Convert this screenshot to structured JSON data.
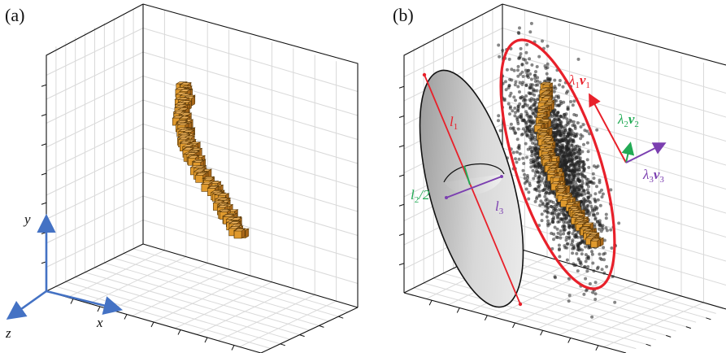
{
  "panels": {
    "a": {
      "label": "(a)"
    },
    "b": {
      "label": "(b)"
    }
  },
  "axes_triad": {
    "x_label": "x",
    "y_label": "y",
    "z_label": "z",
    "color": "#4472c4"
  },
  "annotations": {
    "l1": {
      "base": "l",
      "sub": "1",
      "color": "#e8202a"
    },
    "l2_half": {
      "base": "l",
      "sub": "2",
      "suffix": "/2",
      "color": "#22aa55"
    },
    "l3": {
      "base": "l",
      "sub": "3",
      "color": "#7b3fb0"
    },
    "lambda1_v1": {
      "lambda": "λ",
      "sub": "1",
      "vec": "v",
      "vsub": "1",
      "color": "#e8202a"
    },
    "lambda2_v2": {
      "lambda": "λ",
      "sub": "2",
      "vec": "v",
      "vsub": "2",
      "color": "#22aa55"
    },
    "lambda3_v3": {
      "lambda": "λ",
      "sub": "3",
      "vec": "v",
      "vsub": "3",
      "color": "#7b3fb0"
    }
  },
  "colors": {
    "voxel_fill": "#e09a2e",
    "voxel_edge": "#5a3a0a",
    "point_cloud": "#222222",
    "ellipse_outline": "#e8202a",
    "ellipsoid_gray": "#9a9a9a"
  }
}
